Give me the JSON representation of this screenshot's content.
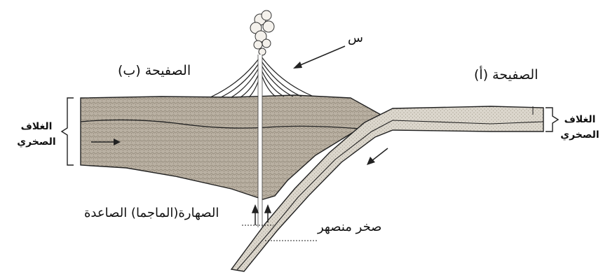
{
  "labels": {
    "plate_b": "الصفيحة (ب)",
    "plate_a": "الصفيحة (أ)",
    "x_marker": "س",
    "lithosphere_left_1": "الغلاف",
    "lithosphere_left_2": "الصخري",
    "lithosphere_right_1": "الغلاف",
    "lithosphere_right_2": "الصخري",
    "magma": "الصهارة(الماجما) الصاعدة",
    "melted_rock": "صخر منصهر"
  },
  "colors": {
    "rock_fill": "#b9b0a2",
    "slab_fill": "#dcd7cd",
    "line": "#222222"
  }
}
